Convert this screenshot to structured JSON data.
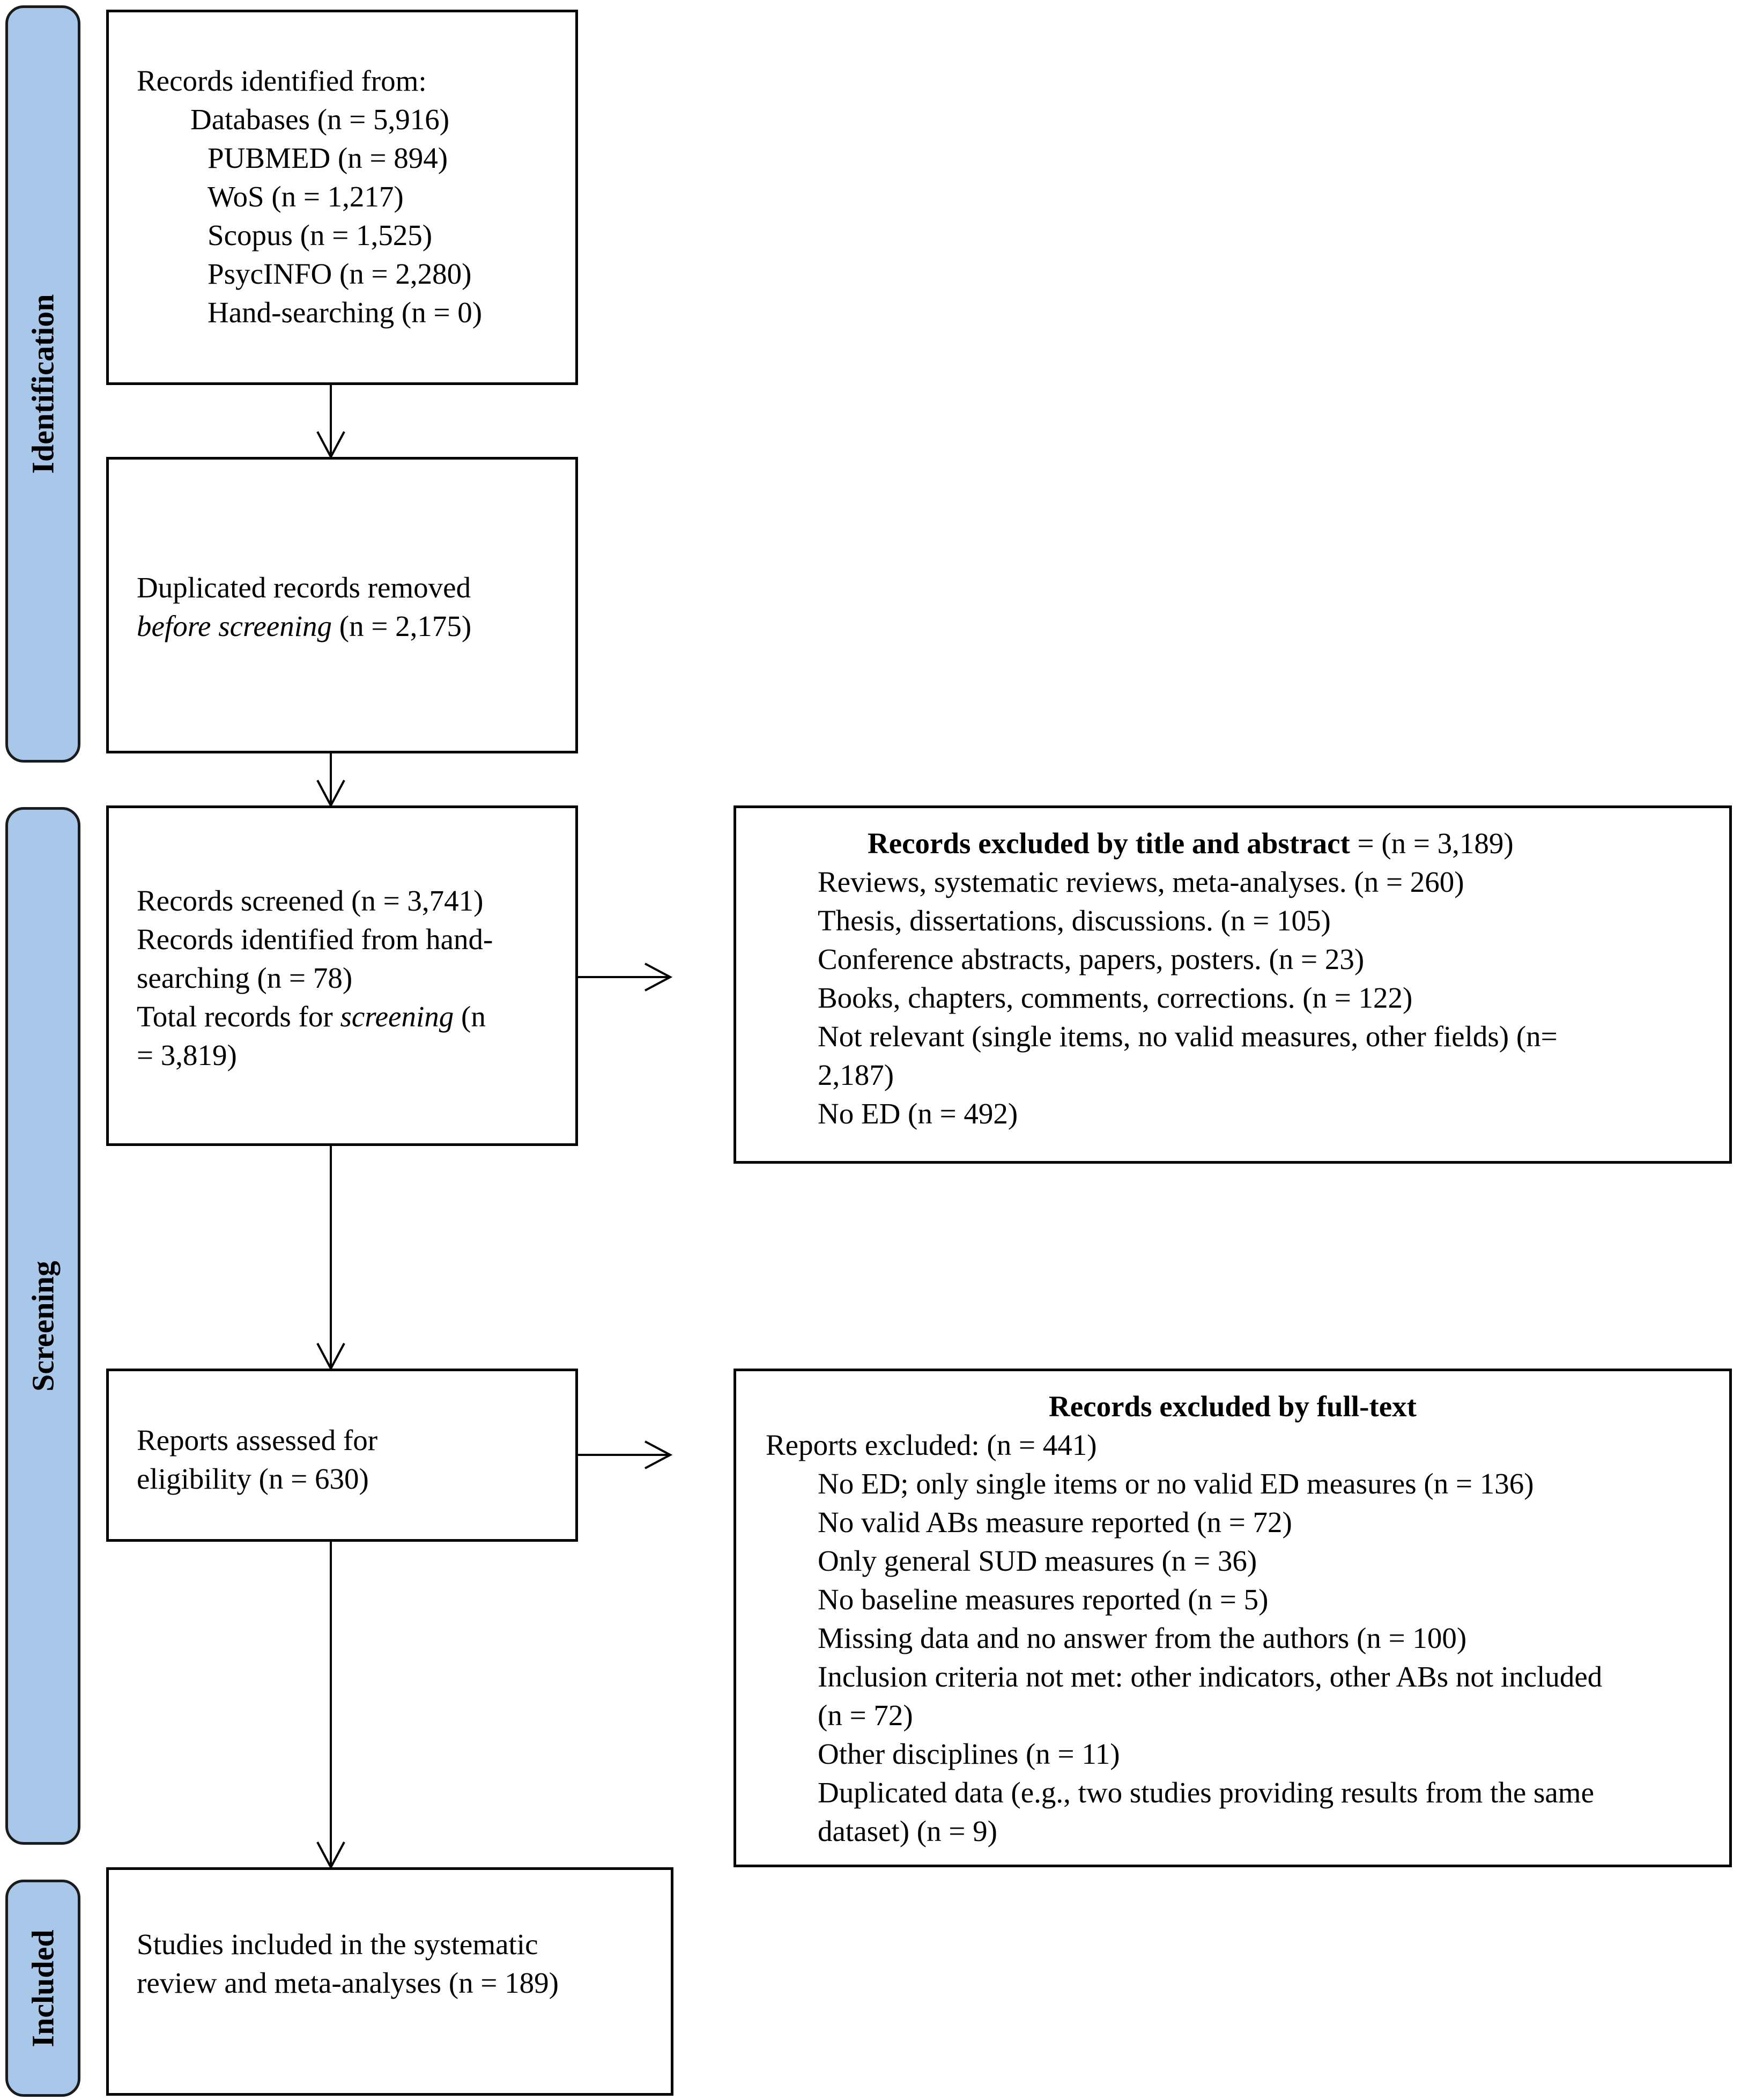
{
  "phases": {
    "identification": "Identification",
    "screening": "Screening",
    "included": "Included"
  },
  "identification_box": {
    "heading": "Records identified from:",
    "databases": "Databases (n = 5,916)",
    "pubmed": "PUBMED (n = 894)",
    "wos": "WoS (n = 1,217)",
    "scopus": "Scopus (n = 1,525)",
    "psycinfo": "PsycINFO (n = 2,280)",
    "hand_searching": "Hand-searching (n = 0)"
  },
  "duplicates_box": {
    "line1": "Duplicated records removed",
    "line2_italic": "before screening",
    "line2_rest": " (n = 2,175)"
  },
  "screened_box": {
    "line1": "Records screened (n = 3,741)",
    "line2": "Records identified from hand-",
    "line3": "searching (n = 78)",
    "line4_start": "Total records for ",
    "line4_italic": "screening",
    "line4_end": " (n",
    "line5": "= 3,819)"
  },
  "excluded_title_box": {
    "title_bold": "Records excluded by title and abstract",
    "title_rest": " = (n = 3,189)",
    "items": [
      "Reviews, systematic reviews, meta-analyses. (n = 260)",
      "Thesis, dissertations, discussions. (n = 105)",
      "Conference abstracts, papers, posters. (n = 23)",
      "Books, chapters, comments, corrections. (n = 122)",
      "Not relevant (single items, no valid measures, other fields) (n=",
      "2,187)",
      "No ED (n = 492)"
    ]
  },
  "eligibility_box": {
    "line1": "Reports assessed for",
    "line2": "eligibility (n = 630)"
  },
  "excluded_fulltext_box": {
    "title": "Records excluded by full-text",
    "subtitle": "Reports excluded: (n = 441)",
    "items": [
      "No ED; only single items or no valid ED measures (n = 136)",
      "No valid ABs measure reported (n = 72)",
      "Only general SUD measures (n = 36)",
      "No baseline measures reported (n = 5)",
      "Missing data and no answer from the authors (n = 100)",
      "Inclusion criteria not met: other indicators, other ABs not included",
      "(n = 72)",
      "Other disciplines (n = 11)",
      "Duplicated data (e.g., two studies providing results from the same",
      "dataset) (n = 9)"
    ]
  },
  "included_box": {
    "line1": "Studies included in the systematic",
    "line2": "review and meta-analyses (n = 189)"
  },
  "colors": {
    "phase_fill": "#a9c8e9",
    "border": "#000000"
  }
}
